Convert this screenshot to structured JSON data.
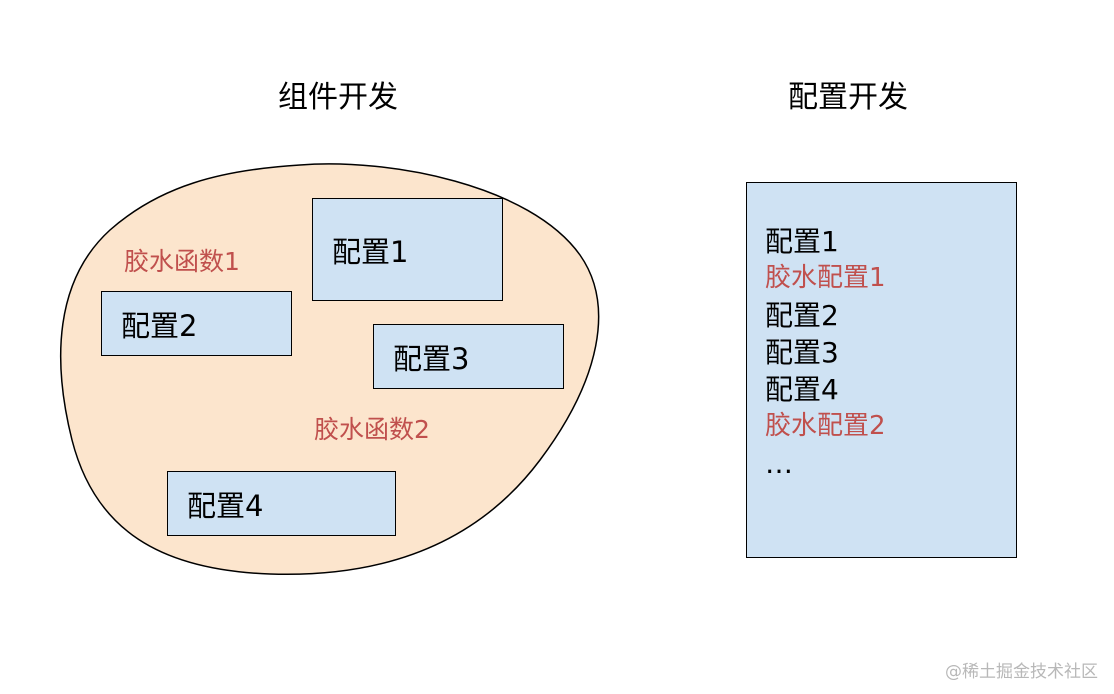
{
  "titles": {
    "left": "组件开发",
    "right": "配置开发"
  },
  "component_area": {
    "boxes": [
      "配置1",
      "配置2",
      "配置3",
      "配置4"
    ],
    "glue": [
      "胶水函数1",
      "胶水函数2"
    ]
  },
  "config_panel": {
    "lines": [
      {
        "text": "配置1",
        "kind": "normal"
      },
      {
        "text": "胶水配置1",
        "kind": "glue"
      },
      {
        "text": "配置2",
        "kind": "normal"
      },
      {
        "text": "配置3",
        "kind": "normal"
      },
      {
        "text": "配置4",
        "kind": "normal"
      },
      {
        "text": "胶水配置2",
        "kind": "glue"
      },
      {
        "text": "…",
        "kind": "normal"
      }
    ]
  },
  "watermark": "@稀土掘金技术社区",
  "colors": {
    "blob_fill": "#fce5cd",
    "box_fill": "#cfe2f3",
    "glue_text": "#c0504d",
    "outline": "#000000"
  }
}
